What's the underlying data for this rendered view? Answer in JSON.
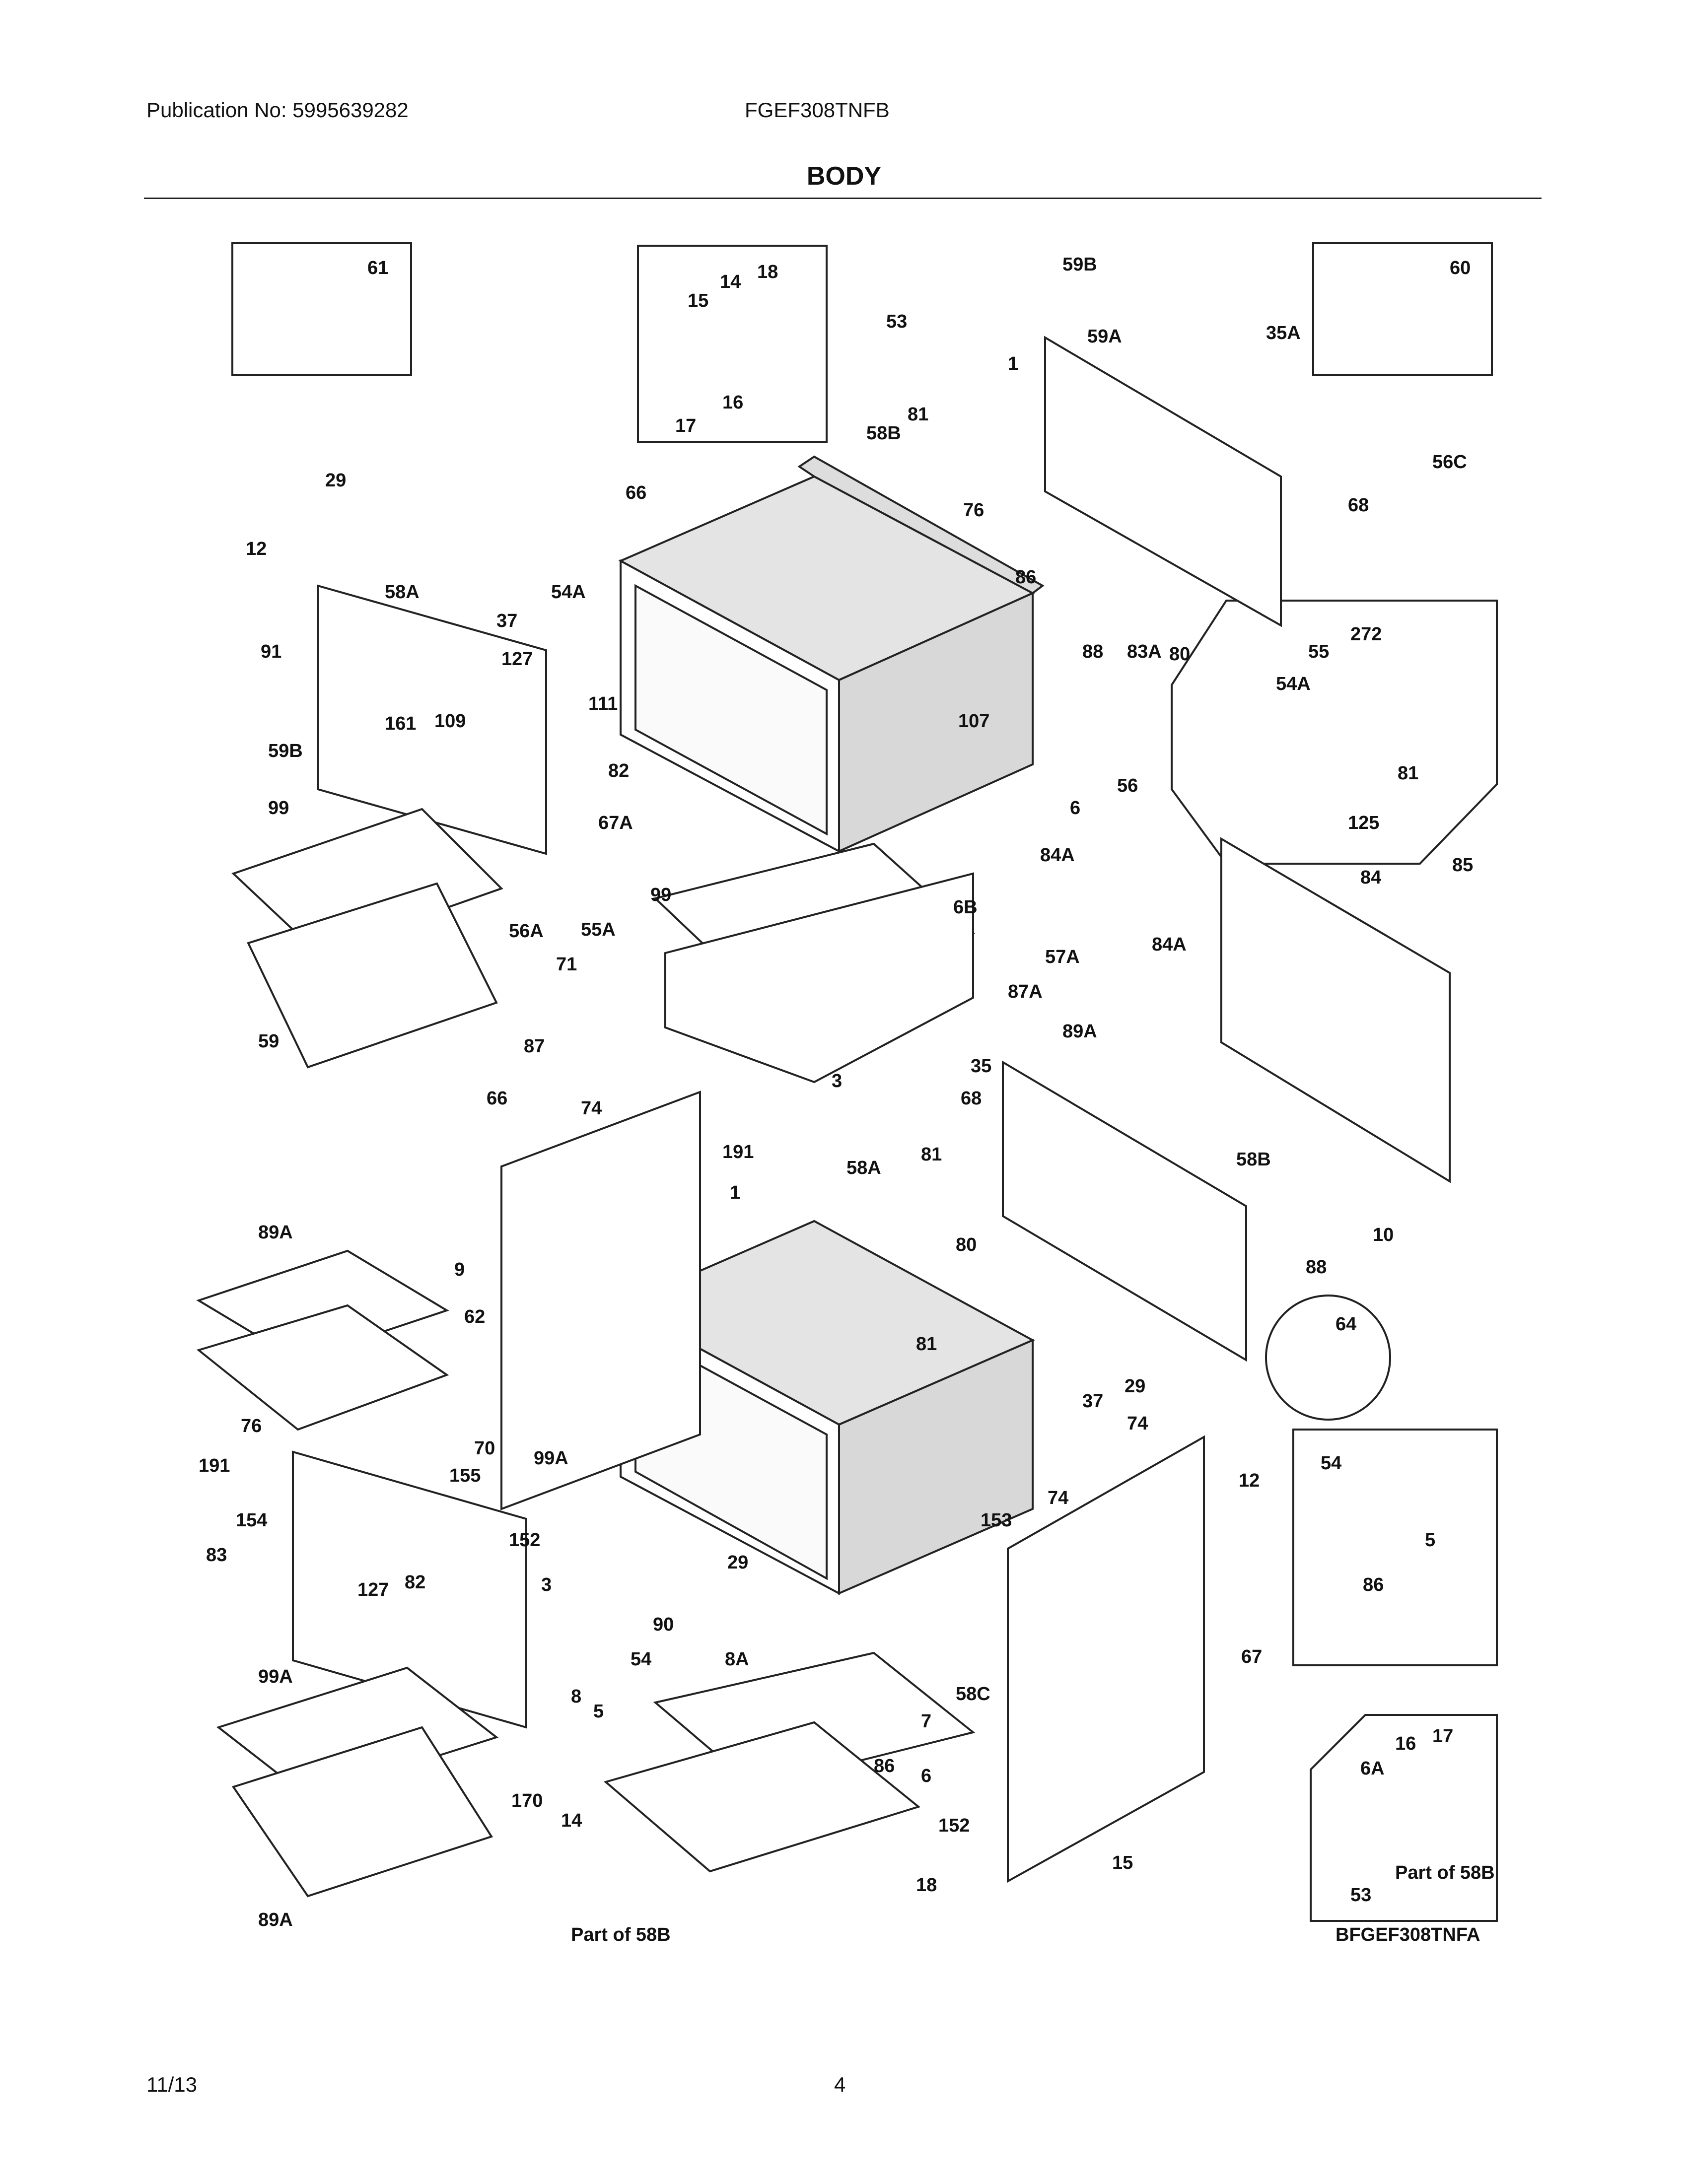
{
  "header": {
    "publication": "Publication No: 5995639282",
    "model": "FGEF308TNFB",
    "section_title": "BODY"
  },
  "diagram": {
    "figure_code": "BFGEF308TNFA",
    "part_labels": [
      "61",
      "18",
      "14",
      "15",
      "16",
      "17",
      "59B",
      "60",
      "35A",
      "59A",
      "53",
      "1",
      "81",
      "58B",
      "56C",
      "66",
      "29",
      "68",
      "12",
      "76",
      "58A",
      "54A",
      "86",
      "37",
      "91",
      "127",
      "83A",
      "88",
      "80",
      "272",
      "55",
      "54A",
      "81",
      "125",
      "109",
      "111",
      "161",
      "107",
      "59B",
      "82",
      "56",
      "99",
      "67A",
      "6",
      "84A",
      "85",
      "84",
      "99",
      "6B",
      "56A",
      "55A",
      "84A",
      "57A",
      "71",
      "87A",
      "59",
      "89A",
      "87",
      "35",
      "66",
      "74",
      "3",
      "68",
      "191",
      "58B",
      "81",
      "58A",
      "1",
      "89A",
      "10",
      "9",
      "80",
      "88",
      "62",
      "64",
      "81",
      "29",
      "37",
      "76",
      "74",
      "70",
      "191",
      "155",
      "12",
      "54",
      "99A",
      "74",
      "154",
      "153",
      "152",
      "5",
      "83",
      "86",
      "29",
      "127",
      "82",
      "3",
      "90",
      "8A",
      "67",
      "99A",
      "54",
      "5",
      "7",
      "58C",
      "86",
      "6",
      "152",
      "8",
      "170",
      "14",
      "18",
      "15",
      "16",
      "17",
      "6A",
      "Part of 58B",
      "53",
      "89A"
    ]
  },
  "footer": {
    "date": "11/13",
    "page": "4"
  }
}
